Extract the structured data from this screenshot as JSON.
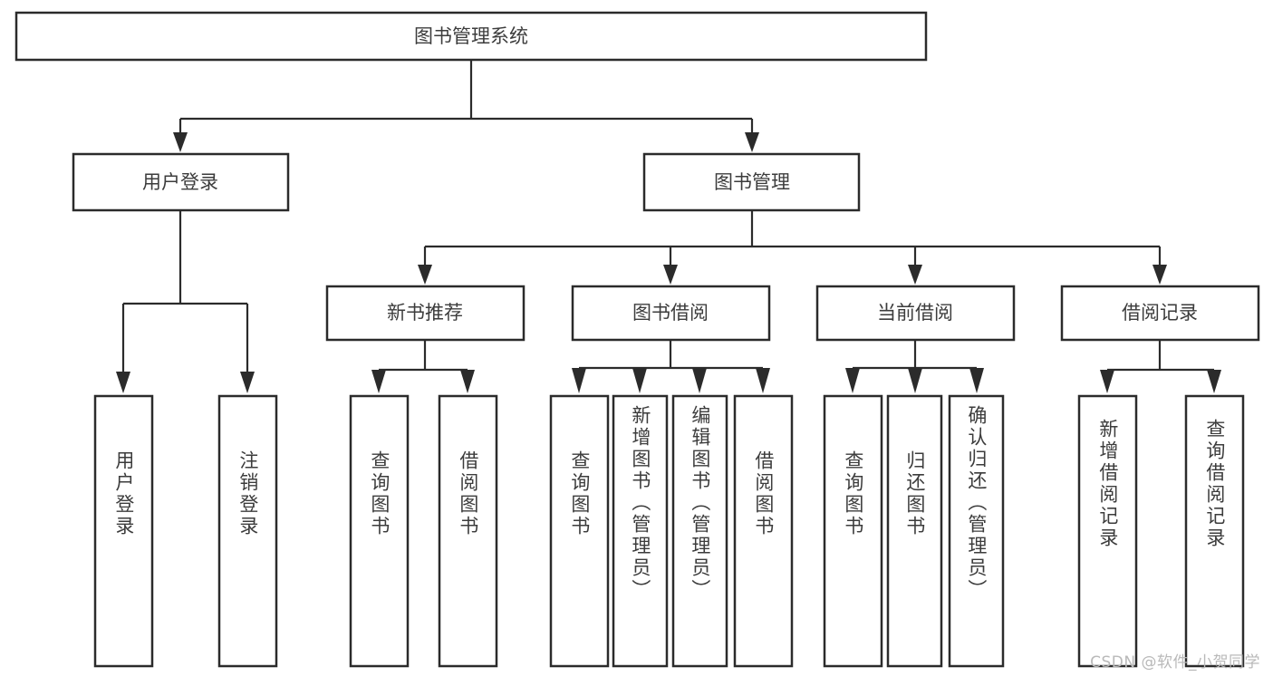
{
  "diagram": {
    "type": "tree-hierarchy-diagram",
    "title": "图书管理系统",
    "orientation": "top-down",
    "watermark": "CSDN @软件_小贺同学",
    "colors": {
      "stroke": "#2b2b2b",
      "box_fill": "#ffffff",
      "text": "#3c3c3c",
      "watermark": "#b9b9b9",
      "background": "#ffffff"
    },
    "root": {
      "label": "图书管理系统",
      "id": "root-system"
    },
    "level2": [
      {
        "id": "user-login",
        "label": "用户登录"
      },
      {
        "id": "book-manage",
        "label": "图书管理"
      }
    ],
    "level3": [
      {
        "id": "new-book-recommend",
        "label": "新书推荐",
        "parent": "book-manage"
      },
      {
        "id": "book-borrow",
        "label": "图书借阅",
        "parent": "book-manage"
      },
      {
        "id": "current-borrow",
        "label": "当前借阅",
        "parent": "book-manage"
      },
      {
        "id": "borrow-record",
        "label": "借阅记录",
        "parent": "book-manage"
      }
    ],
    "leaves": {
      "user-login": [
        {
          "id": "leaf-user-login",
          "label": "用户登录"
        },
        {
          "id": "leaf-user-logout",
          "label": "注销登录"
        }
      ],
      "new-book-recommend": [
        {
          "id": "leaf-query-book-1",
          "label": "查询图书"
        },
        {
          "id": "leaf-borrow-book-1",
          "label": "借阅图书"
        }
      ],
      "book-borrow": [
        {
          "id": "leaf-query-book-2",
          "label": "查询图书"
        },
        {
          "id": "leaf-add-book",
          "label": "新增图书（管理员）"
        },
        {
          "id": "leaf-edit-book",
          "label": "编辑图书（管理员）"
        },
        {
          "id": "leaf-borrow-book-2",
          "label": "借阅图书"
        }
      ],
      "current-borrow": [
        {
          "id": "leaf-query-book-3",
          "label": "查询图书"
        },
        {
          "id": "leaf-return-book",
          "label": "归还图书"
        },
        {
          "id": "leaf-confirm-return",
          "label": "确认归还（管理员）"
        }
      ],
      "borrow-record": [
        {
          "id": "leaf-add-record",
          "label": "新增借阅记录"
        },
        {
          "id": "leaf-query-record",
          "label": "查询借阅记录"
        }
      ]
    }
  }
}
